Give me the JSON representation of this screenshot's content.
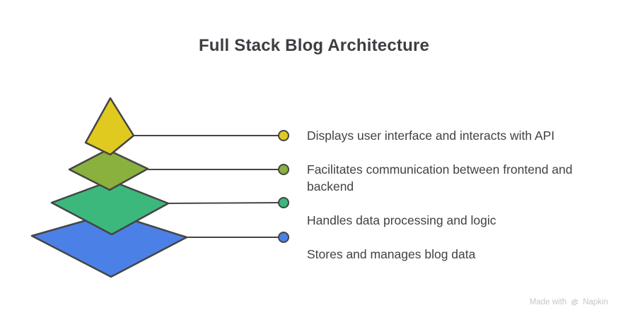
{
  "title": "Full Stack Blog Architecture",
  "items": [
    {
      "label": "Displays user interface and interacts with API",
      "color": "#e0ca20"
    },
    {
      "label": "Facilitates communication between frontend and backend",
      "color": "#8ab03d"
    },
    {
      "label": "Handles data processing and logic",
      "color": "#3cb87c"
    },
    {
      "label": "Stores and manages blog data",
      "color": "#4b81e6"
    }
  ],
  "colors": {
    "outline": "#454545",
    "title_text": "#3b3e42",
    "label_text": "#3f4245",
    "watermark_text": "#c4c6ca",
    "background": "#ffffff"
  },
  "watermark": {
    "made_with": "Made with",
    "brand": "Napkin"
  }
}
